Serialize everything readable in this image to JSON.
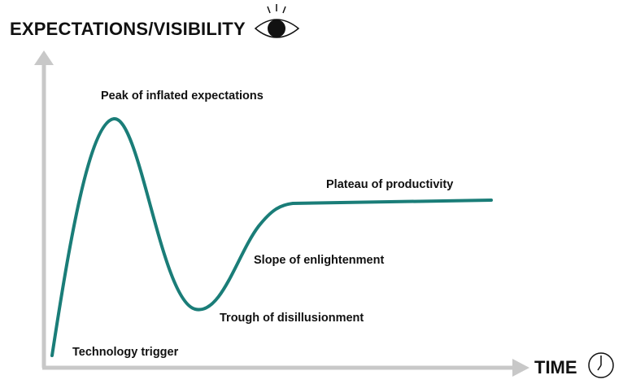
{
  "y_axis_label": "EXPECTATIONS/VISIBILITY",
  "x_axis_label": "TIME",
  "phases": [
    "Technology trigger",
    "Peak of inflated expectations",
    "Trough of disillusionment",
    "Slope of enlightenment",
    "Plateau of productivity"
  ],
  "icons": {
    "visibility": "eye-icon",
    "time": "clock-icon"
  },
  "colors": {
    "curve": "#1a7d78",
    "axis": "#c8c8c8",
    "text": "#111111"
  }
}
